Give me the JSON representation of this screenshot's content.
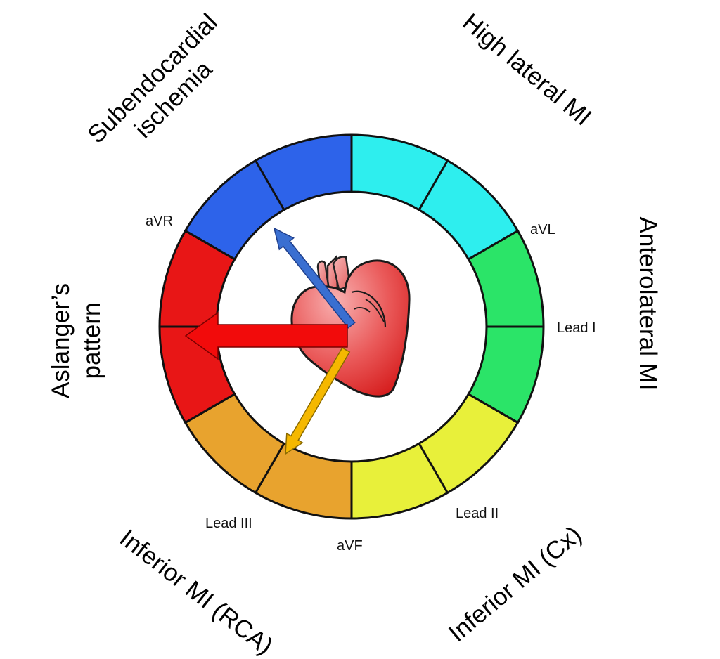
{
  "diagram": {
    "leads": {
      "avr": "aVR",
      "avl": "aVL",
      "lead_i": "Lead I",
      "lead_ii": "Lead II",
      "avf": "aVF",
      "lead_iii": "Lead III"
    },
    "regions": {
      "subendocardial_line1": "Subendocardial",
      "subendocardial_line2": "ischemia",
      "high_lateral": "High lateral MI",
      "anterolateral": "Anterolateral MI",
      "aslanger_line1": "Aslanger’s",
      "aslanger_line2": "pattern",
      "inferior_rca": "Inferior MI (RCA)",
      "inferior_cx": "Inferior MI (Cx)"
    },
    "colors": {
      "blue": "#2d63ea",
      "cyan": "#2eeeee",
      "green": "#2be468",
      "yellow": "#e8f03a",
      "orange": "#e8a32e",
      "red": "#e81616",
      "heart": "#e85a5a",
      "arrow_blue": "#3a6fd1",
      "arrow_red": "#f20b0b",
      "arrow_yellow": "#f5b800"
    }
  }
}
